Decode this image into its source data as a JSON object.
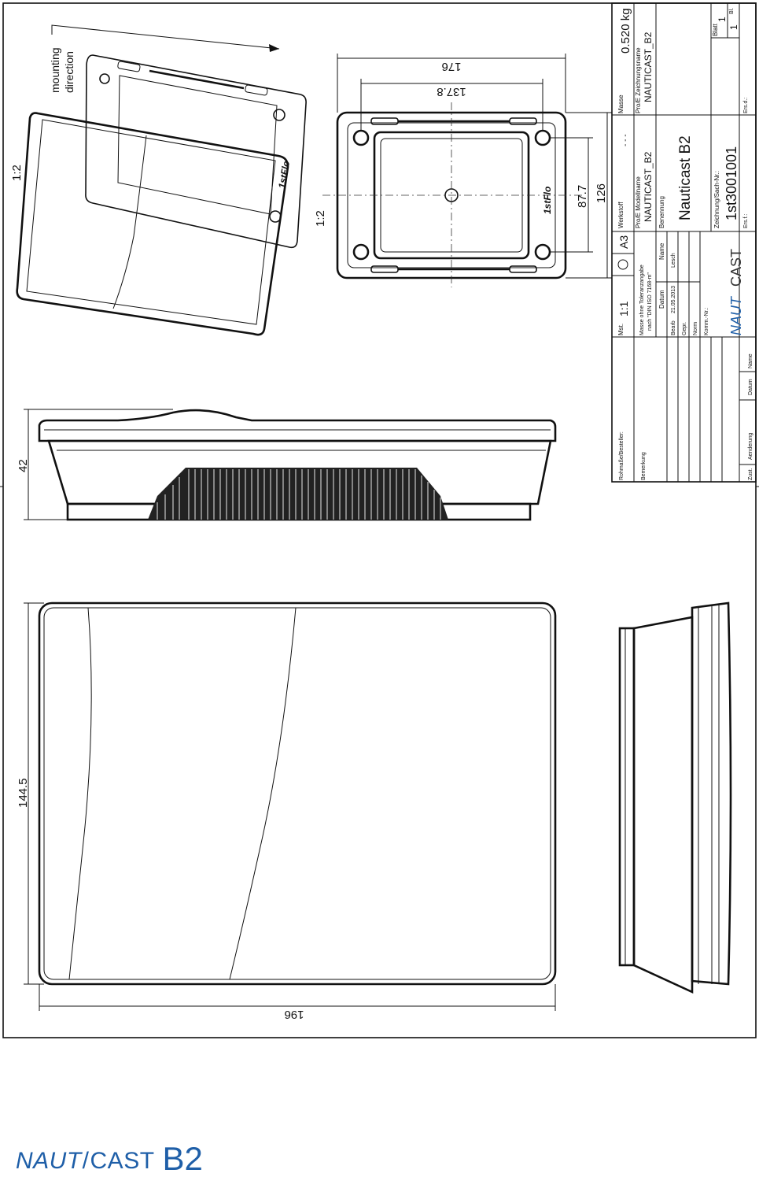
{
  "views": {
    "iso_scale": "1:2",
    "mounting_label_line1": "mounting",
    "mounting_label_line2": "direction",
    "back_scale": "1:2",
    "brand_on_device": "1stFlo"
  },
  "dimensions": {
    "outer_width": "176",
    "hole_width": "137.8",
    "hole_height": "87.7",
    "outer_height": "126",
    "depth": "42",
    "front_height": "144.5",
    "front_width": "196"
  },
  "title_block": {
    "mass_label": "Masse",
    "mass_value": "0.520 kg",
    "model_label": "Pro/E Modellname",
    "model_value": "NAUTICAST_B2",
    "drawing_name_label": "Pro/E Zeichnungsname",
    "drawing_name_value": "NAUTICAST_B2",
    "material_label": "Werkstoff",
    "material_value": "- - -",
    "scale_label": "Mst.",
    "scale_value": "1:1",
    "format_value": "A3",
    "designation_label": "Benennung",
    "designation_value": "Nauticast B2",
    "tolerance_line1": "Masse ohne Toleranzangabe",
    "tolerance_line2": "nach \"DIN ISO 7168-m\"",
    "datum_header": "Datum",
    "name_header": "Name",
    "bearb_label": "Bearb",
    "bearb_date": "21.05.2013",
    "bearb_name": "Lesch",
    "gepr_label": "Gepr.",
    "norm_label": "Norm",
    "komm_label": "Komm.-Nr.:",
    "drawing_no_label": "Zeichnung/Sach-Nr.:",
    "drawing_no_value": "1st3001001",
    "blatt_label": "Blatt",
    "blatt_value": "1",
    "bl_value": "1",
    "bl_label": "Bl.",
    "ers_fur": "Ers.f.:",
    "ers_d": "Ers.d.:",
    "rohmass_label": "Rohmaße/Besteller:",
    "bemerkung_label": "Bemerkung",
    "zust_label": "Zust.",
    "aenderung_label": "Aenderung",
    "aend_datum": "Datum",
    "aend_name": "Name",
    "logo_left": "NAUT",
    "logo_right": "CAST"
  },
  "footer": {
    "logo_left": "NAUT",
    "logo_right": "CAST",
    "model": "B2"
  }
}
